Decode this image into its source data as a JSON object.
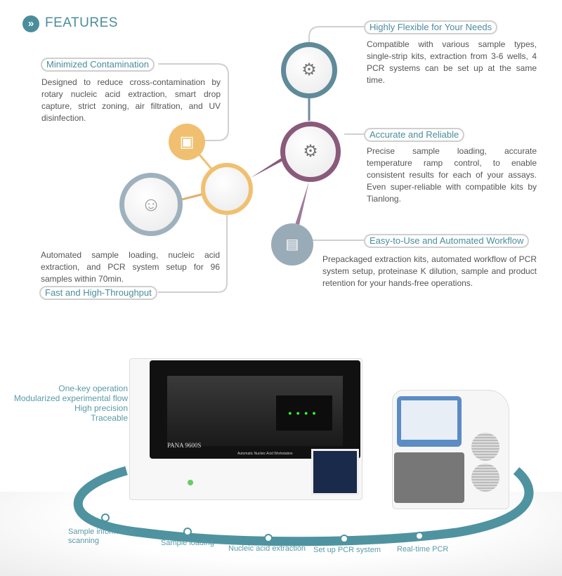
{
  "header": {
    "title": "FEATURES",
    "icon": "double-chevron-right-icon"
  },
  "features": [
    {
      "title": "Minimized Contamination",
      "text": "Designed to reduce cross-contamination by rotary nucleic acid extraction, smart drop capture, strict zoning, air filtration, and UV disinfection.",
      "color": "#f0c070"
    },
    {
      "title": "Fast and High-Throughput",
      "text": "Automated sample loading, nucleic acid extraction, and PCR system setup for 96 samples within 70min.",
      "color": "#9fb1bd"
    },
    {
      "title": "Highly Flexible for Your Needs",
      "text": "Compatible with various sample types, single-strip kits, extraction from 3-6 wells, 4 PCR systems can be set up at the same time.",
      "color": "#5f8a9a"
    },
    {
      "title": "Accurate and Reliable",
      "text": "Precise sample loading, accurate temperature ramp control, to enable consistent results for each of your assays. Even super-reliable with compatible kits by Tianlong.",
      "color": "#8a5a7a"
    },
    {
      "title": "Easy-to-Use and Automated Workflow",
      "text": "Prepackaged extraction kits, automated workflow of PCR system setup, proteinase K dilution, sample and product retention for your hands-free operations.",
      "color": "#9aabb8"
    }
  ],
  "product": {
    "highlights": [
      "One-key operation",
      "Modularized experimental flow",
      "High precision",
      "Traceable"
    ],
    "model": "PANA 9600S",
    "subtitle": "Automatic Nucleic Acid Workstation",
    "steps": [
      "Sample information scanning",
      "Sample loading",
      "Nucleic acid extraction",
      "Set up PCR system",
      "Real-time PCR"
    ]
  }
}
